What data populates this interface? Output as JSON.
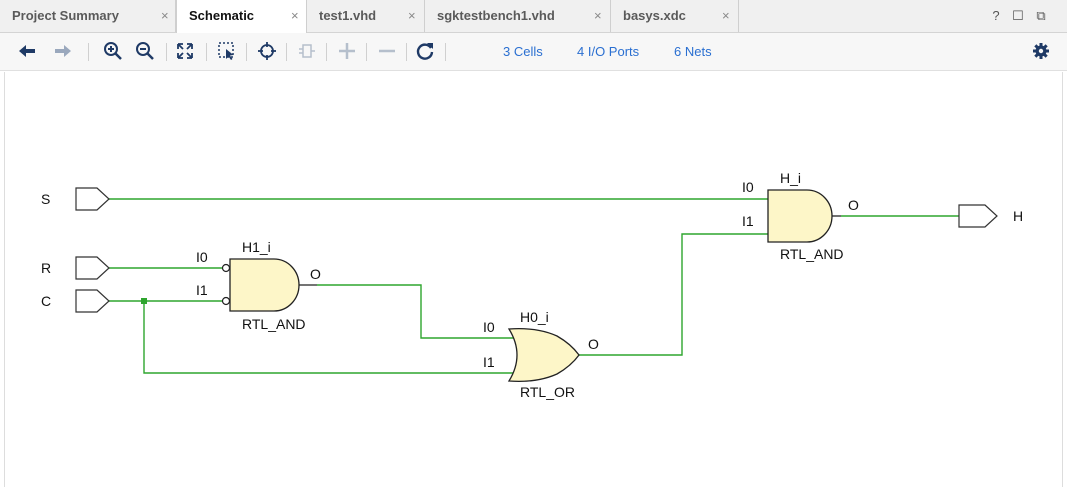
{
  "tabs": [
    {
      "label": "Project Summary",
      "close": "×"
    },
    {
      "label": "Schematic",
      "close": "×"
    },
    {
      "label": "test1.vhd",
      "close": "×"
    },
    {
      "label": "sgktestbench1.vhd",
      "close": "×"
    },
    {
      "label": "basys.xdc",
      "close": "×"
    }
  ],
  "window_controls": {
    "help": "?",
    "maximize": "☐",
    "float": "⧉"
  },
  "toolbar": {
    "cells": "3 Cells",
    "io_ports": "4 I/O Ports",
    "nets": "6 Nets"
  },
  "schematic": {
    "ports": {
      "s": "S",
      "r": "R",
      "c": "C",
      "h": "H"
    },
    "h_i": {
      "name": "H_i",
      "in0": "I0",
      "in1": "I1",
      "out": "O",
      "type": "RTL_AND"
    },
    "h1_i": {
      "name": "H1_i",
      "in0": "I0",
      "in1": "I1",
      "out": "O",
      "type": "RTL_AND"
    },
    "h0_i": {
      "name": "H0_i",
      "in0": "I0",
      "in1": "I1",
      "out": "O",
      "type": "RTL_OR"
    }
  },
  "colors": {
    "wire": "#2ea52e",
    "gate_fill": "#fdf6c8",
    "link": "#2a6fd1"
  }
}
